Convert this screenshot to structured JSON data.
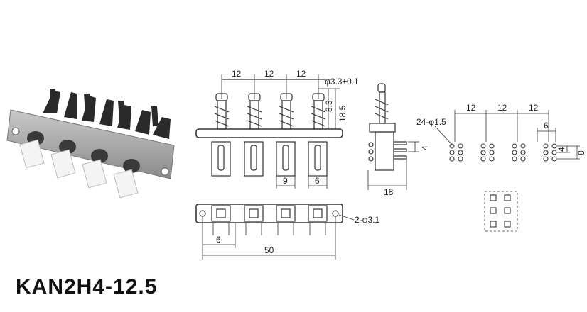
{
  "title": "KAN2H4-12.5",
  "front_view": {
    "pitch_labels": [
      "12",
      "12",
      "12"
    ],
    "pin_diameter": "φ3.3±0.1",
    "height_small": "8.3",
    "height_large": "18.5",
    "spacing_small": "9",
    "spacing_right": "6"
  },
  "side_view": {
    "height": "4",
    "depth": "18"
  },
  "bottom_view": {
    "offset": "6",
    "length": "50",
    "mount_holes": "2-φ3.1"
  },
  "pcb_layout": {
    "pitch_labels": [
      "12",
      "12",
      "12"
    ],
    "hole_spec": "24-φ1.5",
    "hole_spacing": "6",
    "row_spacing_small": "4",
    "row_spacing_large": "8"
  },
  "colors": {
    "line": "#333333",
    "text": "#111111"
  }
}
